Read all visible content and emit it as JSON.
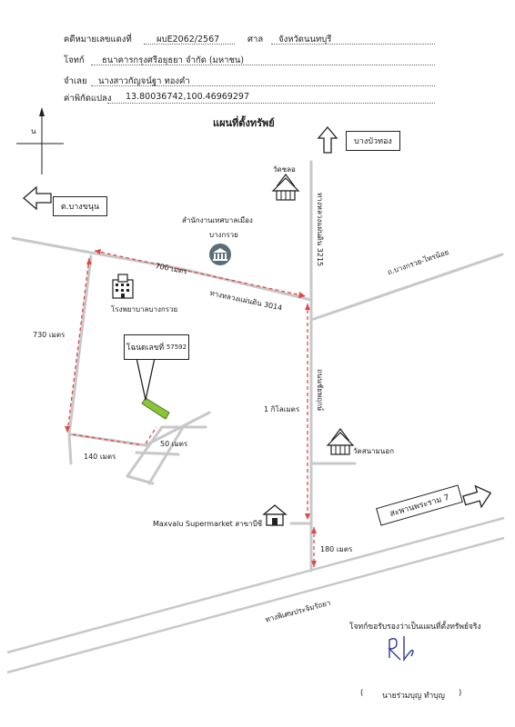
{
  "header": {
    "case_label": "คดีหมายเลขแดงที่",
    "case_value": "ผบE2062/2567",
    "court_label": "ศาล",
    "court_value": "จังหวัดนนทบุรี",
    "plaintiff_label": "โจทก์",
    "plaintiff_value": "ธนาคารกรุงศรีอยุธยา จำกัด (มหาชน)",
    "defendant_label": "จำเลย",
    "defendant_value": "นางสาวกัญจน์ฐา ทองคำ",
    "coords_label": "ค่าพิกัดแปลง",
    "coords_value": "13.80036742,100.46969297"
  },
  "map": {
    "title": "แผนที่ตั้งทรัพย์",
    "north_label": "น",
    "box_bangbuathong": "บางบัวทอง",
    "box_bangkhanun": "ต.บางขนุน",
    "box_saphan": "สะพานพระราม 7",
    "wat_mo": "วัดชลอ",
    "municipal_office_line1": "สำนักงานเทศบาลเมือง",
    "municipal_office_line2": "บางกรวย",
    "hospital": "โรงพยาบาลบางกรวย",
    "plot_label": "โฉนดเลขที่",
    "plot_number": "57592",
    "road_3215": "ทางหลวงแผ่นดิน 3215",
    "road_3014": "ทางหลวงแผ่นดิน 3014",
    "road_bangkruai_sainoi": "ถ.บางกรวย-ไทรน้อย",
    "road_chaiyaphruek": "ถนนชัยพฤกษ์",
    "road_prachaniwet": "ทางพิเศษประจิมรัถยา",
    "wat_sanam_nok": "วัดสนามนอก",
    "maxvalu": "Maxvalu Supermarket สาขาบีซี",
    "dist_700": "700 เมตร",
    "dist_730": "730 เมตร",
    "dist_140": "140 เมตร",
    "dist_50": "50 เมตร",
    "dist_1km": "1 กิโลเมตร",
    "dist_180": "180 เมตร"
  },
  "footer": {
    "certify": "โจทก์ขอรับรองว่าเป็นแผนที่ตั้งทรัพย์จริง",
    "signer_open": "(",
    "signer_name": "นายร่วมบุญ ทำบุญ",
    "signer_close": ")"
  },
  "colors": {
    "road": "#c8c8c8",
    "distance_arrow": "#e04848",
    "plot_fill": "#8bc43a"
  }
}
